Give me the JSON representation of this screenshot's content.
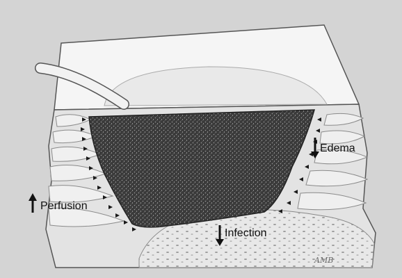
{
  "labels": {
    "edema": "Edema",
    "perfusion": "Perfusion",
    "infection": "Infection",
    "signature": "AMB"
  },
  "arrows": {
    "edema": "down",
    "perfusion": "up",
    "infection": "down"
  },
  "colors": {
    "background": "#d4d4d4",
    "foam": "#3a3a3a",
    "tissue": "#e6e6e6",
    "drape": "#f4f4f4",
    "arrowhead_marks": "#1a1a1a"
  }
}
